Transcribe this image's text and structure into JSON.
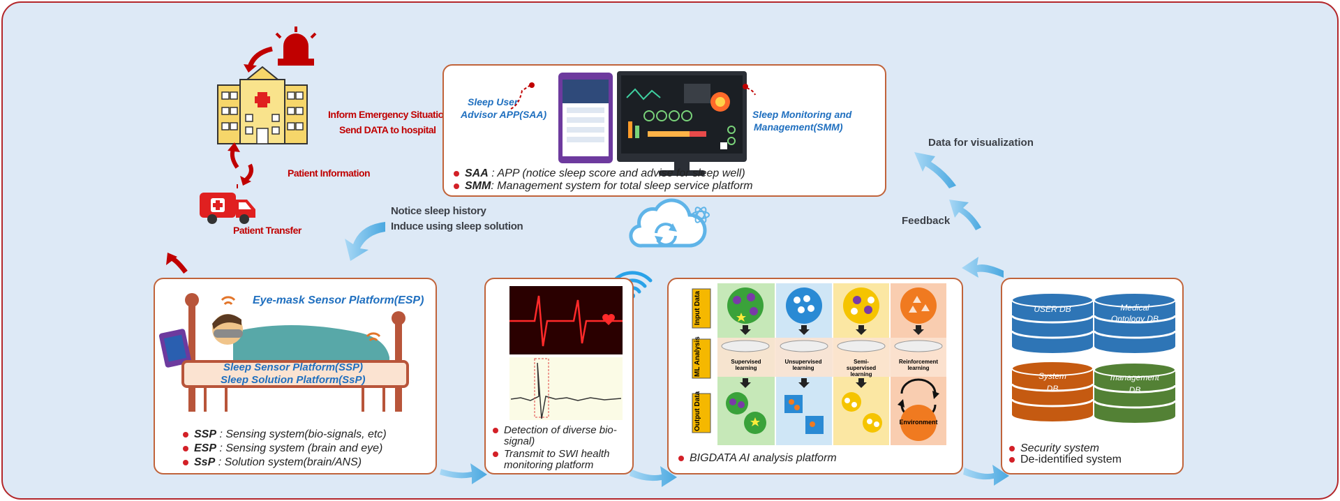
{
  "emergency": {
    "inform_line1": "Inform Emergency Situation",
    "inform_line2": "Send DATA to hospital",
    "patient_information": "Patient Information",
    "patient_transfer": "Patient Transfer"
  },
  "notice": {
    "line1": "Notice sleep history",
    "line2": "Induce using sleep solution"
  },
  "flow": {
    "data_for_visualization": "Data for visualization",
    "feedback": "Feedback"
  },
  "top_panel": {
    "saa_label_line1": "Sleep User",
    "saa_label_line2": "Advisor APP(SAA)",
    "smm_label_line1": "Sleep Monitoring and",
    "smm_label_line2": "Management(SMM)",
    "bullets": [
      {
        "key": "SAA",
        "text": " : APP (notice sleep score and advise for sleep well)"
      },
      {
        "key": "SMM",
        "text": ": Management system for total sleep service platform"
      }
    ]
  },
  "sensor_panel": {
    "esp_label": "Eye-mask  Sensor Platform(ESP)",
    "ssp_label": "Sleep Sensor Platform(SSP)",
    "ssp2_label": "Sleep Solution Platform(SsP)",
    "bullets": [
      {
        "key": "SSP",
        "text": " : Sensing system(bio-signals, etc)"
      },
      {
        "key": "ESP",
        "text": " : Sensing system (brain and eye)"
      },
      {
        "key": "SsP",
        "text": " : Solution system(brain/ANS)"
      }
    ]
  },
  "signal_panel": {
    "bullet1_line1": "Detection of diverse bio-",
    "bullet1_line2": "signal)",
    "bullet2_line1": "Transmit to SWI health",
    "bullet2_line2": "monitoring platform"
  },
  "ai_panel": {
    "row_labels": [
      "Input Data",
      "ML Analysis",
      "Output Data"
    ],
    "methods": [
      "Supervised learning",
      "Unsupervised learning",
      "Semi-supervised learning",
      "Reinforcement learning"
    ],
    "environment": "Environment",
    "bullet": "BIGDATA AI analysis platform"
  },
  "db_panel": {
    "dbs": [
      {
        "line1": "USER   DB",
        "line2": ""
      },
      {
        "line1": "Medical",
        "line2": "Ontology  DB"
      },
      {
        "line1": "System",
        "line2": "DB"
      },
      {
        "line1": "management",
        "line2": "DB"
      }
    ],
    "bullets": [
      "Security system",
      "De-identified system"
    ]
  },
  "colors": {
    "accent_red": "#c00000",
    "label_blue": "#1f6fbf",
    "panel_border": "#c0633a",
    "flow_arrow": "#5fb4e8",
    "db_blue": "#2e75b6",
    "db_orange": "#c55a11",
    "db_green": "#538135"
  }
}
